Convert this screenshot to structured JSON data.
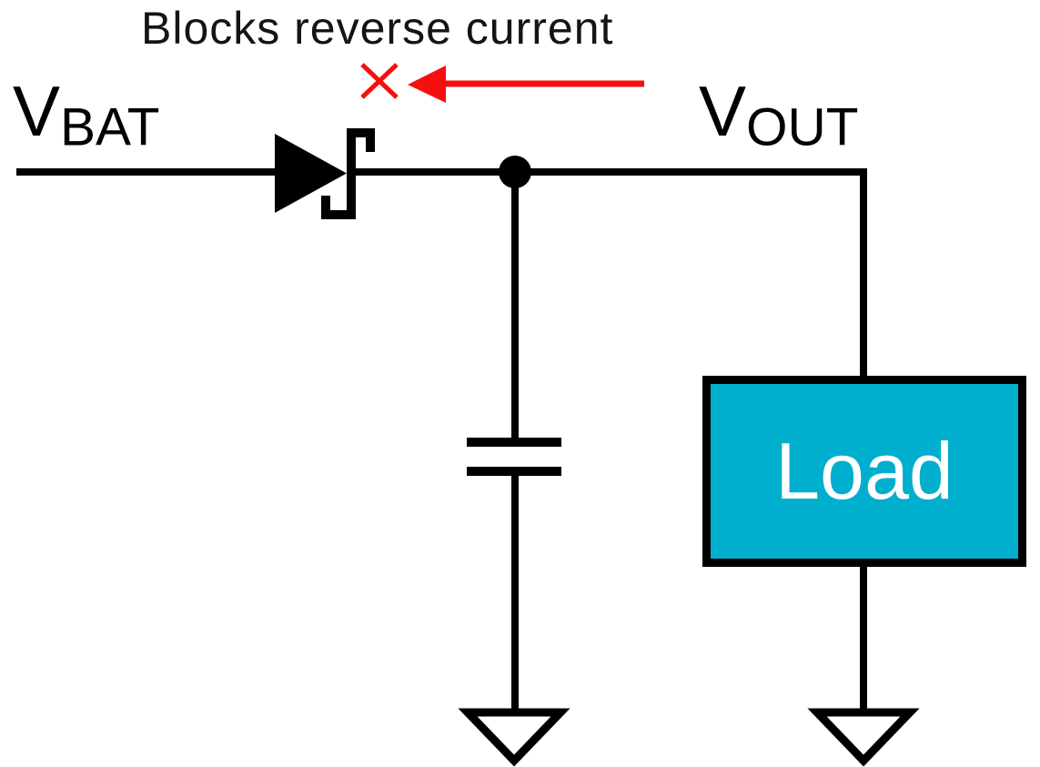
{
  "annotation": {
    "text": "Blocks reverse current"
  },
  "labels": {
    "vbat": {
      "main": "V",
      "sub": "BAT"
    },
    "vout": {
      "main": "V",
      "sub": "OUT"
    }
  },
  "load": {
    "label": "Load"
  },
  "colors": {
    "wire": "#000000",
    "ground_fill": "#ffffff",
    "load_fill": "#00aecd",
    "load_border": "#000000",
    "load_text": "#ffffff",
    "annotation_red": "#f50f0f",
    "text": "#141414"
  },
  "components": {
    "diode": "schottky-diode",
    "capacitor": "capacitor",
    "ground_left": "ground-symbol",
    "ground_right": "ground-symbol",
    "junction": "junction-dot",
    "blocked_current": "reverse-current-blocked-arrow"
  }
}
